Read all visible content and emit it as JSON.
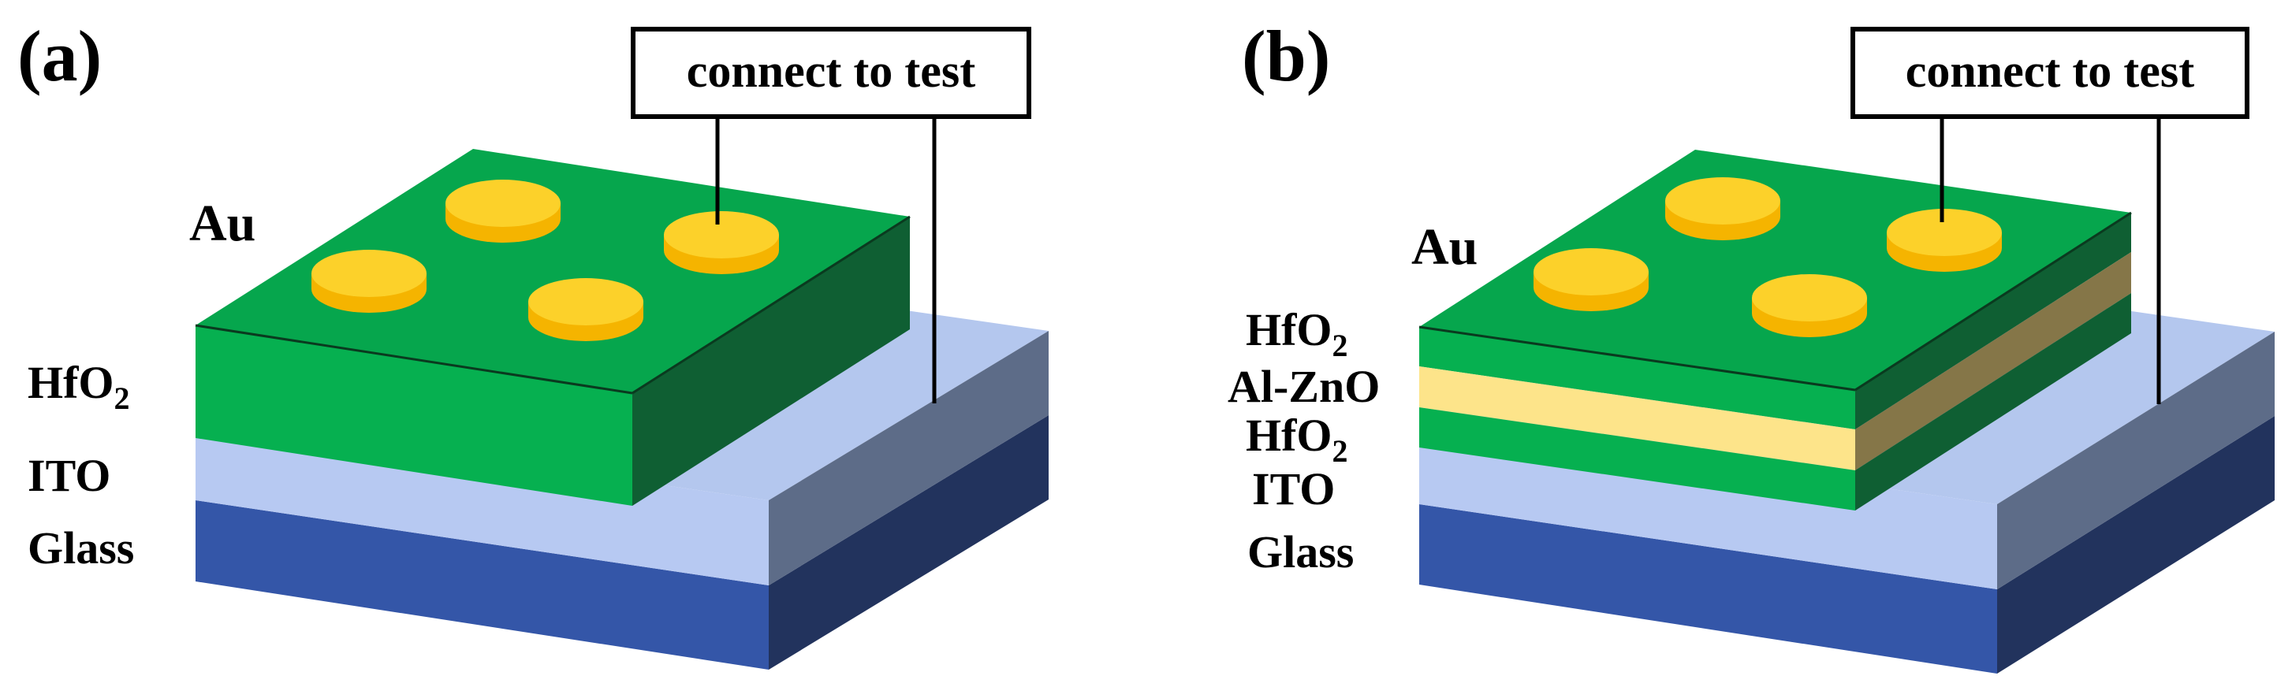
{
  "colors": {
    "glass_front": "#3456a8",
    "glass_side": "#22335d",
    "ito_top": "#b4c7ee",
    "ito_front": "#b7c9f2",
    "ito_side": "#5d6c88",
    "hfo2_top": "#06a64d",
    "hfo2_front": "#06b050",
    "hfo2_side": "#0f5f33",
    "alzno_front": "#fde48a",
    "alzno_side": "#857648",
    "au_top": "#fcd12a",
    "au_side": "#f5b400",
    "line": "#000000"
  },
  "panels": [
    {
      "label": "(a)",
      "test_box": "connect to test",
      "au": "Au",
      "layers": [
        {
          "base": "HfO",
          "sub": "2"
        },
        {
          "base": "ITO",
          "sub": ""
        },
        {
          "base": "Glass",
          "sub": ""
        }
      ]
    },
    {
      "label": "(b)",
      "test_box": "connect to test",
      "au": "Au",
      "layers": [
        {
          "base": "HfO",
          "sub": "2"
        },
        {
          "base": "Al-ZnO",
          "sub": ""
        },
        {
          "base": "HfO",
          "sub": "2"
        },
        {
          "base": "ITO",
          "sub": ""
        },
        {
          "base": "Glass",
          "sub": ""
        }
      ]
    }
  ]
}
